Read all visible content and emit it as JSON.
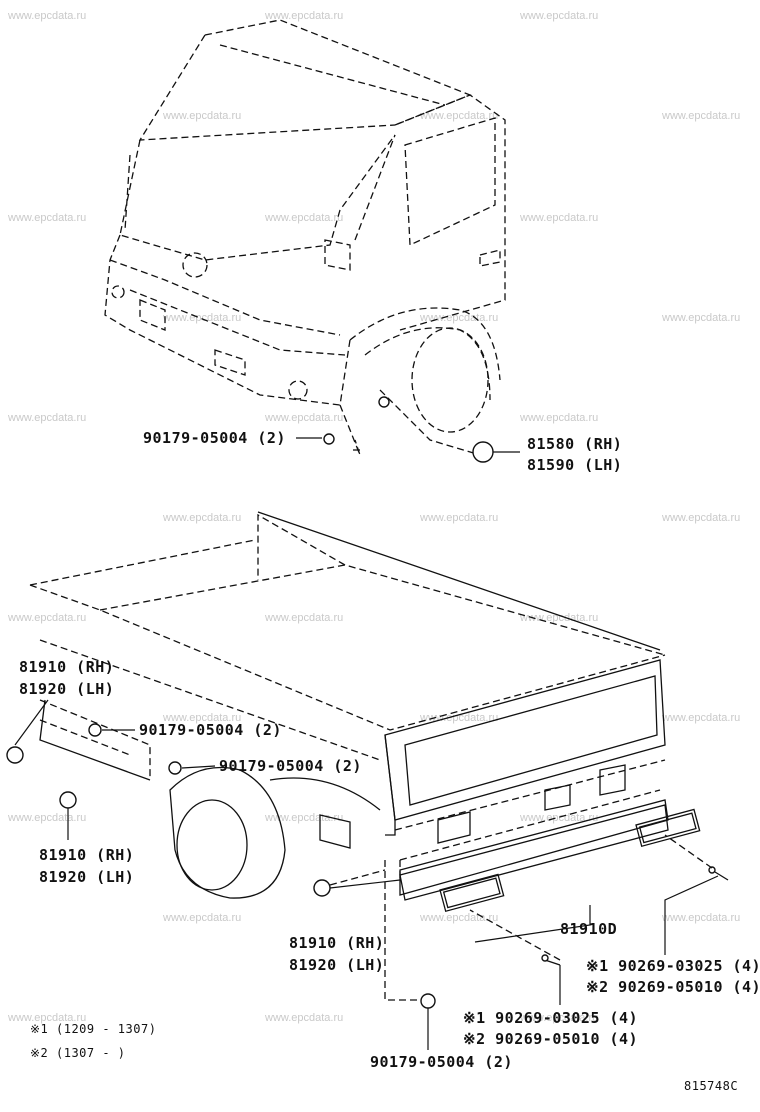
{
  "watermark": "www.epcdata.ru",
  "labels": {
    "front_clip": "90179-05004 (2)",
    "front_mud_rh": "81580 (RH)",
    "front_mud_lh": "81590 (LH)",
    "rear_left_rh": "81910 (RH)",
    "rear_left_lh": "81920 (LH)",
    "rear_clip_a": "90179-05004 (2)",
    "rear_clip_b": "90179-05004 (2)",
    "rear_side_rh": "81910 (RH)",
    "rear_side_lh": "81920 (LH)",
    "rear_center_rh": "81910 (RH)",
    "rear_center_lh": "81920 (LH)",
    "plate_light": "81910D",
    "screw_right_1": "※1 90269-03025 (4)",
    "screw_right_2": "※2 90269-05010 (4)",
    "screw_center_1": "※1 90269-03025 (4)",
    "screw_center_2": "※2 90269-05010 (4)",
    "bottom_clip": "90179-05004 (2)"
  },
  "notes": {
    "note1": "※1 (1209 - 1307)",
    "note2": "※2 (1307 -        )"
  },
  "figure_id": "815748C"
}
